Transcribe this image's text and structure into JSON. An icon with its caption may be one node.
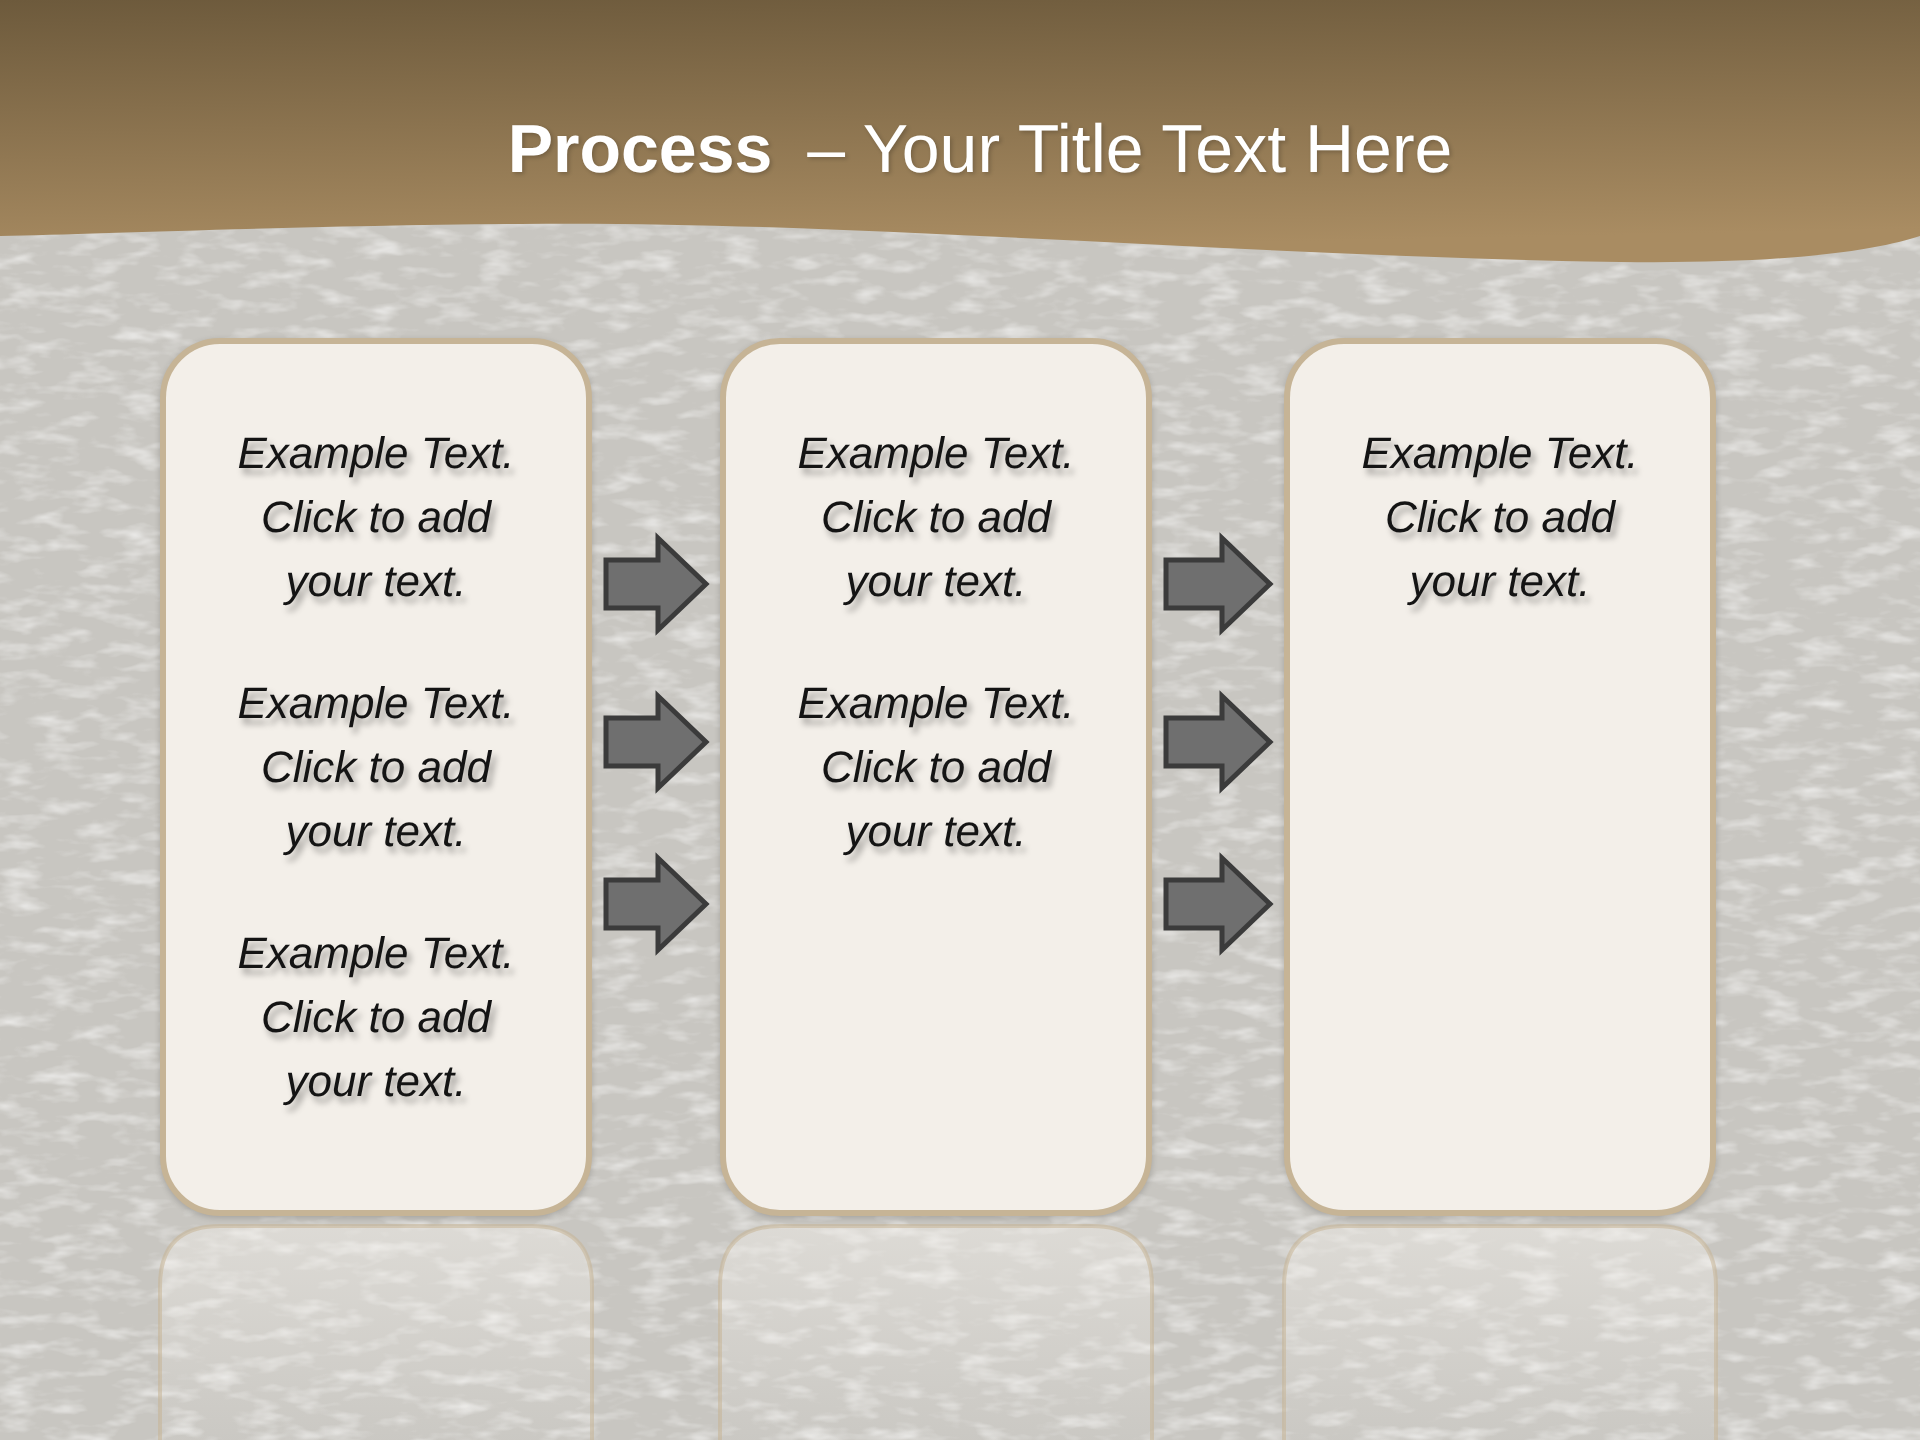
{
  "diagram": {
    "title": "**Process** – Your Title Text Here",
    "nodes": [
      {
        "text": [
          "Example Text. Click to add your text.",
          "Example Text. Click to add your text.",
          "Example Text. Click to add your text."
        ]
      },
      {
        "text": [
          "Example Text. Click to add your text.",
          "Example Text. Click to add your text."
        ]
      },
      {
        "text": [
          "Example Text. Click to add your text."
        ]
      }
    ],
    "edges": [
      {
        "from": 0,
        "to": 1,
        "arrow": "to"
      },
      {
        "from": 0,
        "to": 1,
        "arrow": "to"
      },
      {
        "from": 0,
        "to": 1,
        "arrow": "to"
      },
      {
        "from": 1,
        "to": 2,
        "arrow": "to"
      },
      {
        "from": 1,
        "to": 2,
        "arrow": "to"
      },
      {
        "from": 1,
        "to": 2,
        "arrow": "to"
      }
    ]
  }
}
